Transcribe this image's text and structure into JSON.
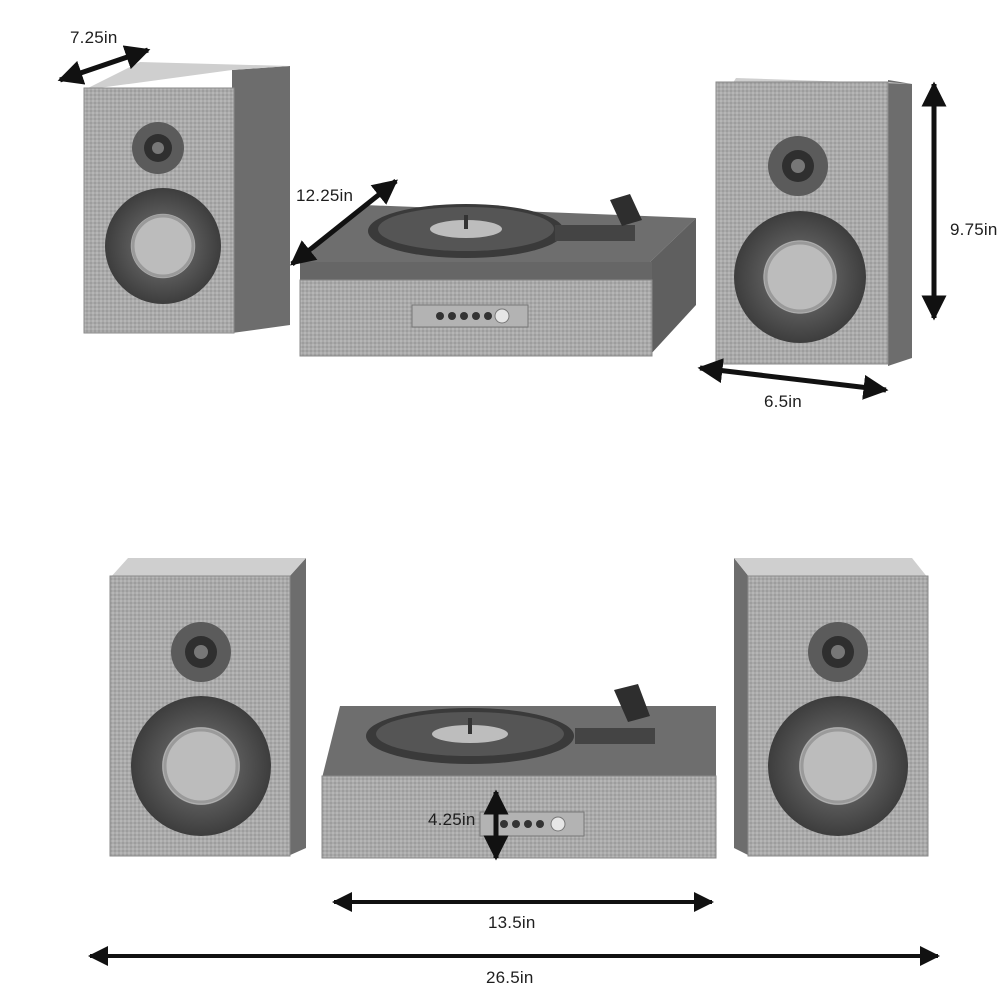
{
  "dimensions": {
    "speaker_depth": "7.25in",
    "turntable_depth": "12.25in",
    "speaker_height": "9.75in",
    "speaker_width": "6.5in",
    "turntable_height": "4.25in",
    "turntable_width": "13.5in",
    "total_width": "26.5in"
  },
  "colors": {
    "fabric": "#a9a9a9",
    "wood": "#6a6a6a",
    "woofer_cone": "#b3b3b3",
    "arrow": "#111111"
  }
}
